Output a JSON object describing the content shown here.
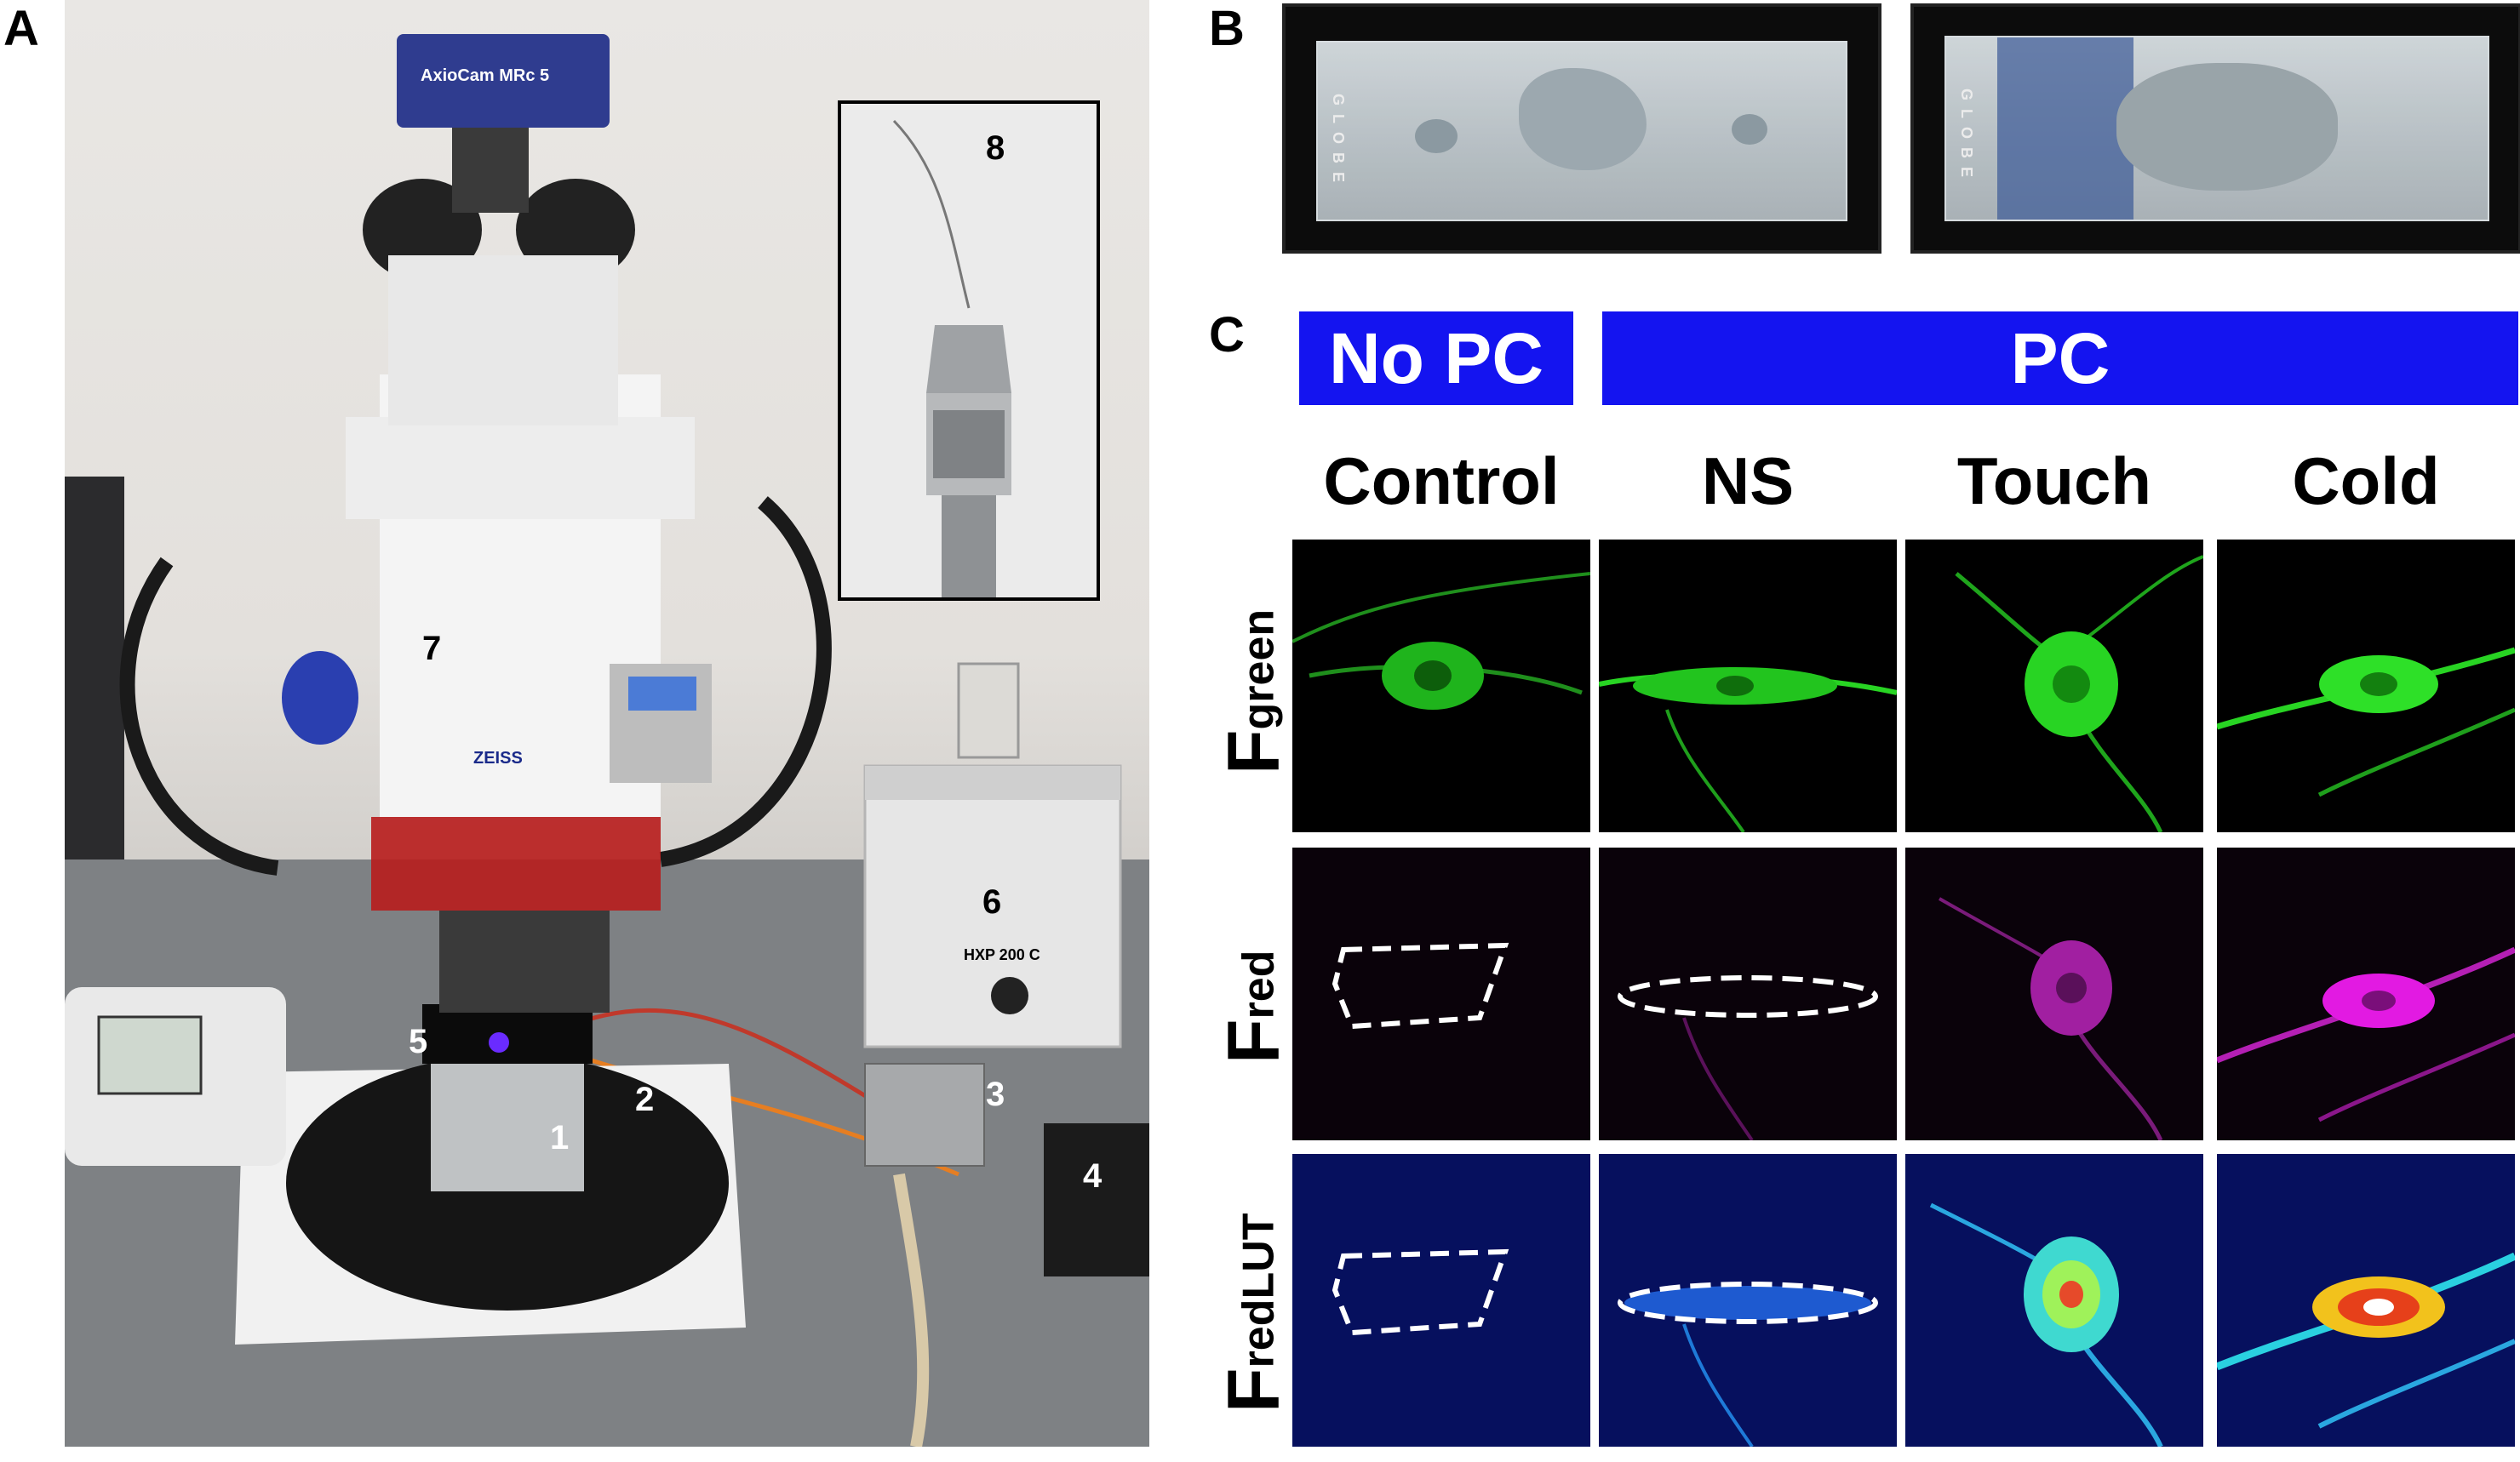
{
  "panels": {
    "a": {
      "letter": "A",
      "callouts": [
        "1",
        "2",
        "3",
        "4",
        "5",
        "6",
        "7",
        "8"
      ],
      "camera_label": "AxioCam MRc 5",
      "lamp_label": "HXP 200 C",
      "brand_label": "ZEISS"
    },
    "b": {
      "letter": "B",
      "slide_brand": "GLOBE"
    },
    "c": {
      "letter": "C",
      "banners": {
        "no_pc": "No PC",
        "pc": "PC"
      },
      "columns": [
        "Control",
        "NS",
        "Touch",
        "Cold"
      ],
      "rows": [
        {
          "base": "F",
          "sup": "green"
        },
        {
          "base": "F",
          "sup": "red"
        },
        {
          "base": "F",
          "sup": "redLUT"
        }
      ]
    }
  },
  "colors": {
    "banner_blue": "#1414f0",
    "green_channel": "#22e01e",
    "magenta_channel": "#d41ad4",
    "lut_background": "#06105e"
  }
}
